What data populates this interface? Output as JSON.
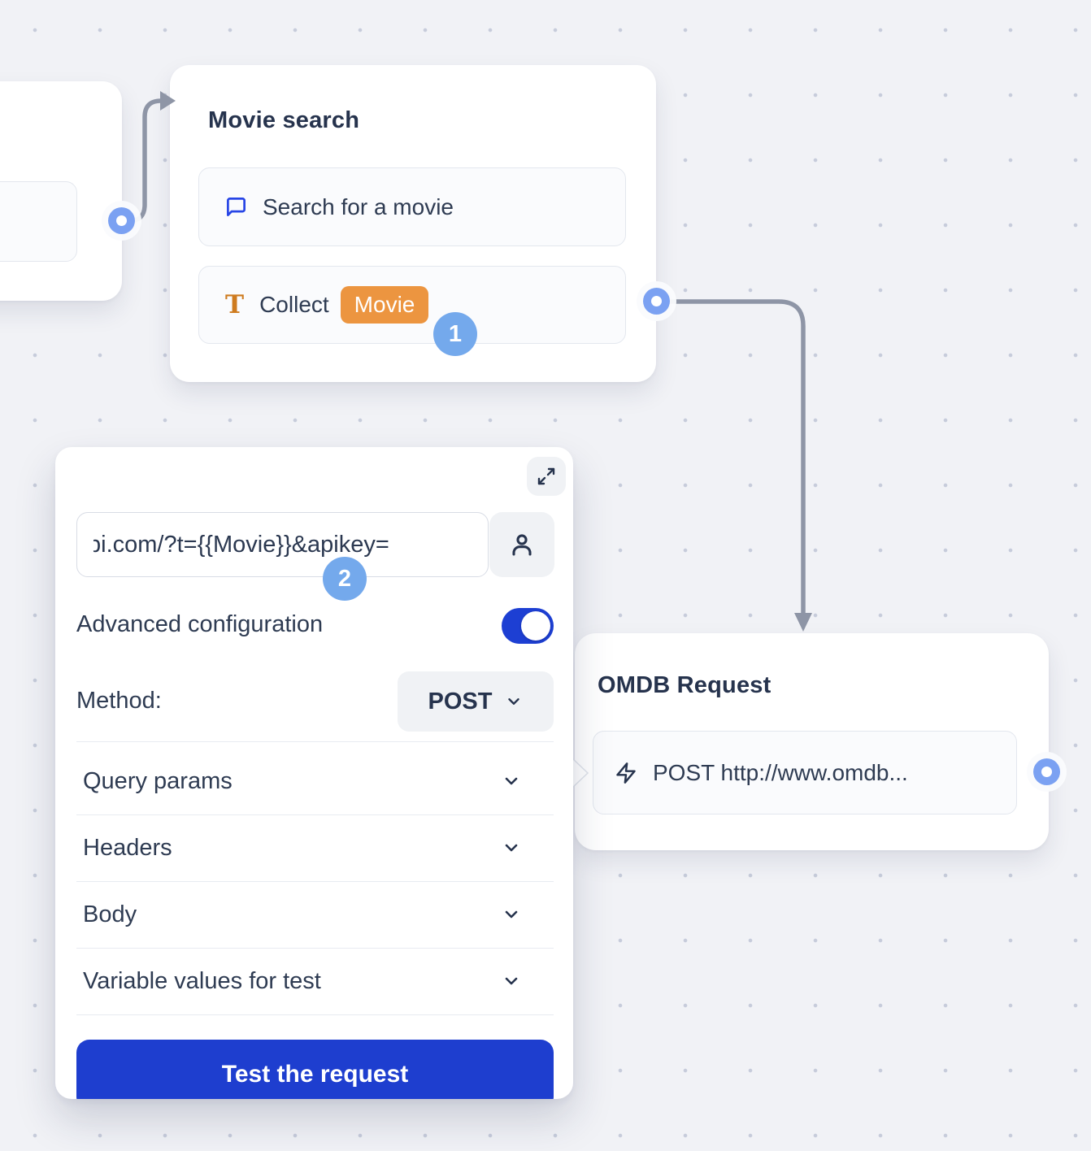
{
  "nodes": {
    "movie": {
      "title": "Movie search",
      "row1_label": "Search for a movie",
      "row2_label": "Collect",
      "row2_tag": "Movie"
    },
    "omdb": {
      "title": "OMDB Request",
      "row_label": "POST http://www.omdb..."
    }
  },
  "badges": {
    "step1": "1",
    "step2": "2"
  },
  "panel": {
    "url_value": "pi.com/?t={{Movie}}&apikey=",
    "advanced_label": "Advanced configuration",
    "toggle_on": true,
    "method_label": "Method:",
    "method_value": "POST",
    "sections": [
      {
        "label": "Query params"
      },
      {
        "label": "Headers"
      },
      {
        "label": "Body"
      },
      {
        "label": "Variable values for test"
      }
    ],
    "test_button_label": "Test the request"
  },
  "icons": [
    "expand-icon",
    "user-icon",
    "chat-bubble-icon",
    "text-input-icon",
    "lightning-icon",
    "chevron-down-icon",
    "arrow-connector",
    "port-dot"
  ],
  "colors": {
    "canvas_bg": "#f1f2f6",
    "grid_dot": "#c7ccdb",
    "accent_blue": "#1e3ecf",
    "toggle_blue": "#1d3fd3",
    "badge_blue": "#74a9ec",
    "port_blue": "#7ba1f2",
    "tag_orange": "#ec9540",
    "icon_orange": "#ce7b1f",
    "chat_icon_blue": "#2745e6",
    "connector_gray": "#8e95a6",
    "text_dark": "#26334d"
  }
}
